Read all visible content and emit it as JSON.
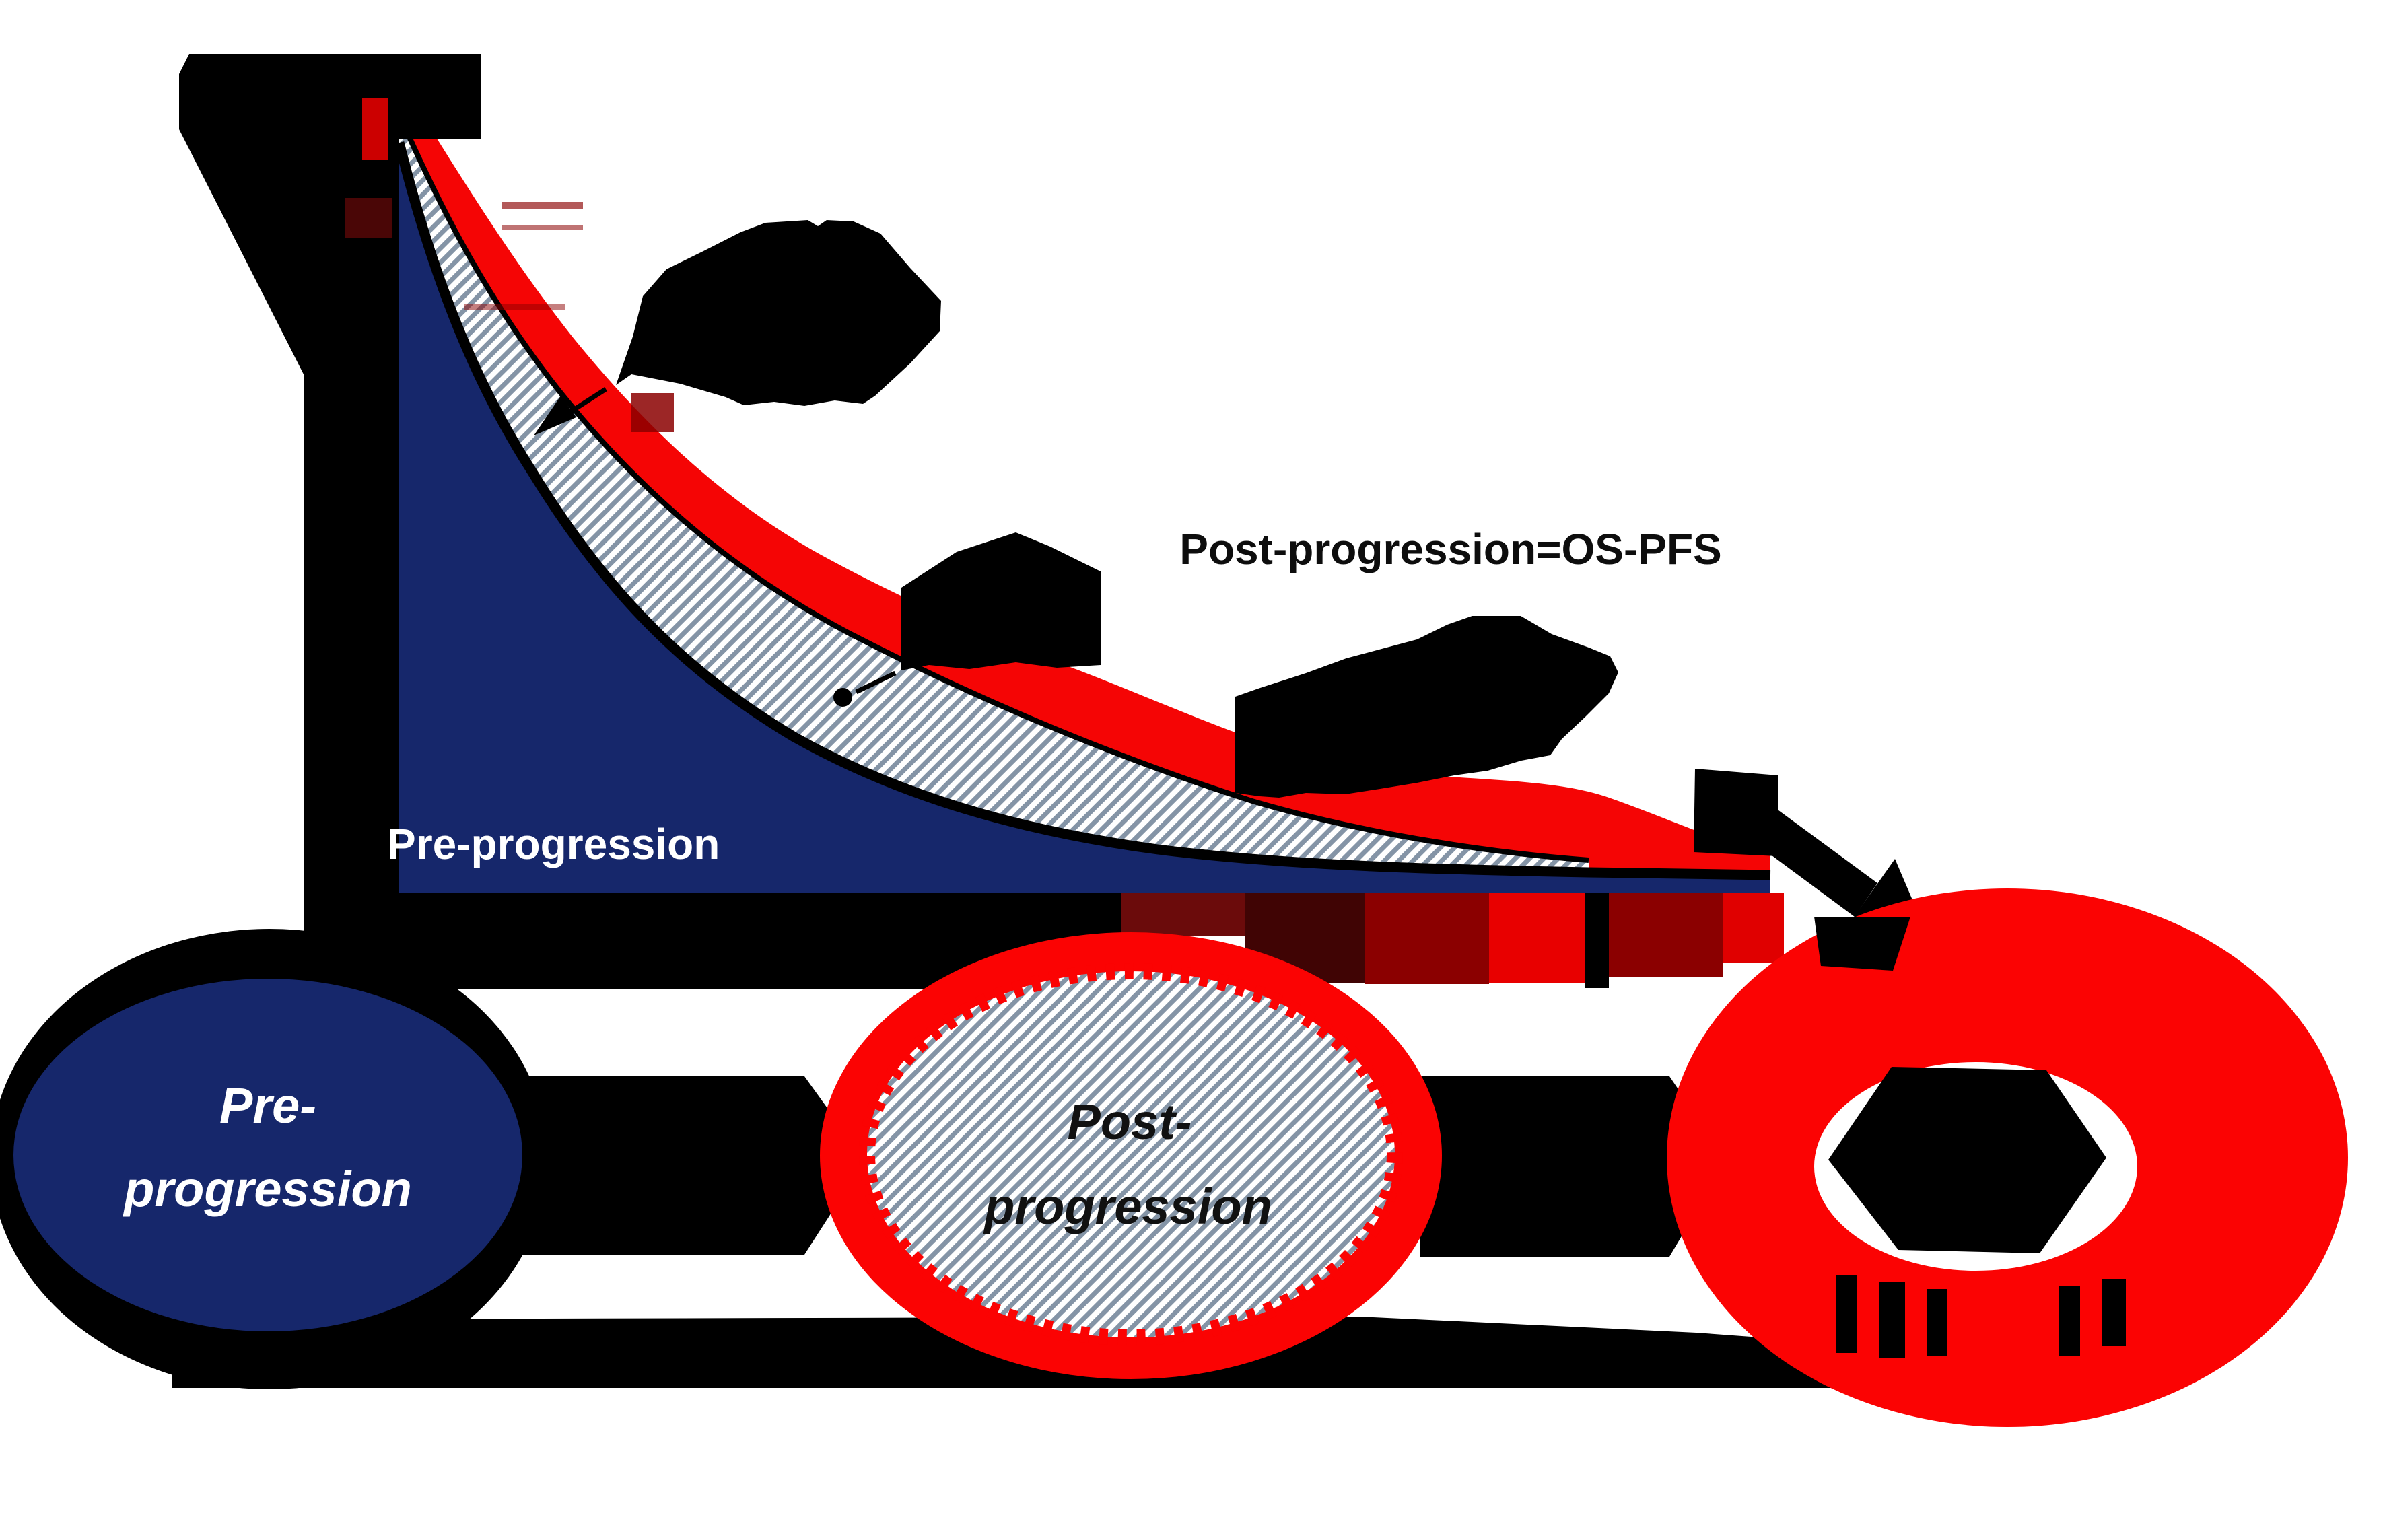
{
  "diagram": {
    "annotation": "Post-progression=OS-PFS",
    "curve_area_label": "Pre-progression",
    "nodes": {
      "pre": {
        "line1": "Pre-",
        "line2": "progression"
      },
      "post": {
        "line1": "Post-",
        "line2": "progression"
      }
    },
    "colors": {
      "navy": "#16276b",
      "curve_red": "#f50505",
      "ring_red": "#fb0303",
      "dark_red": "#8b0000",
      "maroon": "#4a0606",
      "deep_maroon": "#400404",
      "brick": "#6b0b0b",
      "bright_red": "#e80000",
      "black": "#000000",
      "hatch_line": "#8494a6",
      "white": "#ffffff"
    }
  }
}
